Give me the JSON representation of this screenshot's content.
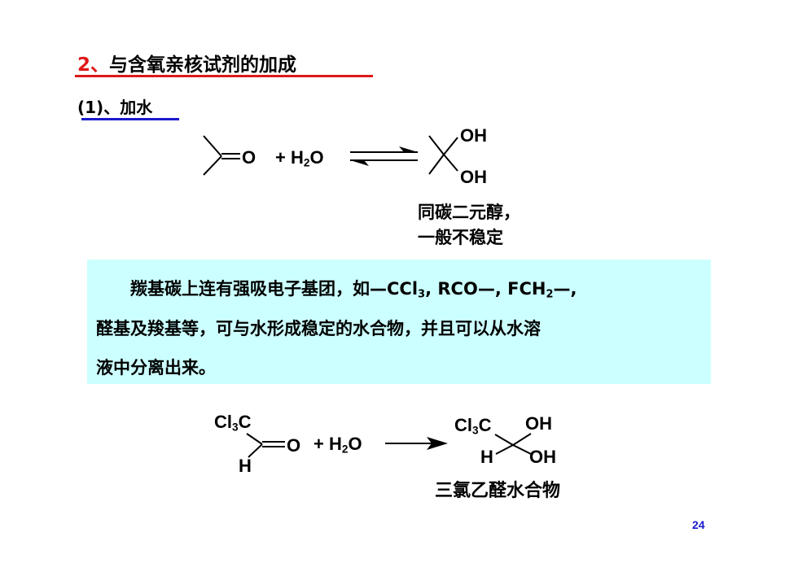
{
  "header": {
    "title_number": "2、",
    "title_text": "与含氧亲核试剂的加成",
    "subtitle": "(1)、加水"
  },
  "reaction1": {
    "reactant_atom": "O",
    "plus": "+",
    "reagent": "H",
    "reagent_sub": "2",
    "reagent_tail": "O",
    "product_oh_top": "OH",
    "product_oh_bottom": "OH",
    "note_line1": "同碳二元醇，",
    "note_line2": "一般不稳定"
  },
  "note_box": {
    "line1_a": "羰基碳上连有强吸电子基团，如—CCl",
    "line1_sub1": "3",
    "line1_b": ", RCO—, FCH",
    "line1_sub2": "2",
    "line1_c": "—,",
    "line2": "醛基及羧基等，可与水形成稳定的水合物，并且可以从水溶",
    "line3": "液中分离出来。",
    "background": "#ccffff"
  },
  "reaction2": {
    "reactant_group": "Cl",
    "reactant_group_sub": "3",
    "reactant_group_tail": "C",
    "reactant_atom": "O",
    "reactant_h": "H",
    "plus": "+",
    "reagent": "H",
    "reagent_sub": "2",
    "reagent_tail": "O",
    "product_group": "Cl",
    "product_group_sub": "3",
    "product_group_tail": "C",
    "product_oh_top": "OH",
    "product_oh_bottom": "OH",
    "product_h": "H",
    "product_name": "三氯乙醛水合物"
  },
  "footer": {
    "page_number": "24"
  },
  "colors": {
    "accent_red": "#e01818",
    "accent_blue": "#1a1acc"
  }
}
